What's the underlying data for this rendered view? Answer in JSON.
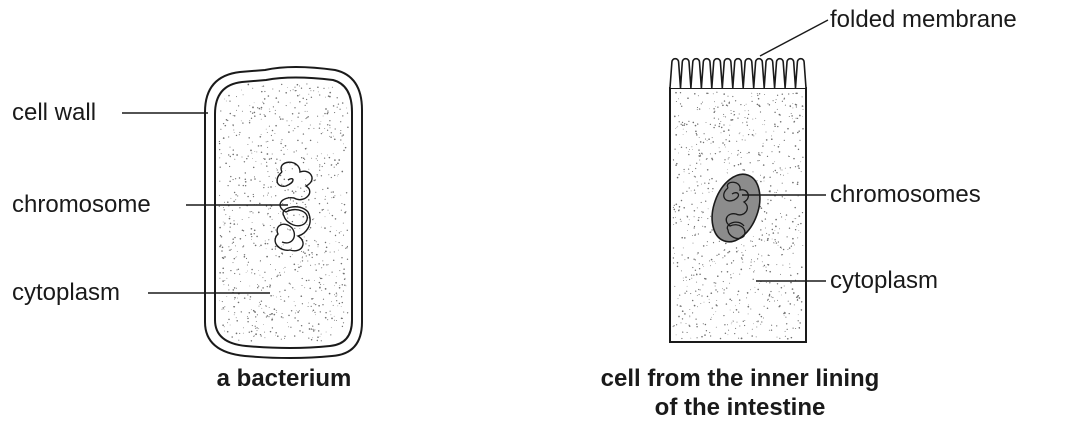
{
  "bacterium": {
    "labels": {
      "cell_wall": "cell wall",
      "chromosome": "chromosome",
      "cytoplasm": "cytoplasm"
    },
    "caption": "a bacterium"
  },
  "intestine_cell": {
    "labels": {
      "folded_membrane": "folded membrane",
      "chromosomes": "chromosomes",
      "cytoplasm": "cytoplasm"
    },
    "caption_line1": "cell from the inner lining",
    "caption_line2": "of the intestine"
  },
  "colors": {
    "outline": "#1a1a1a",
    "nucleus_fill": "#8c8c8c",
    "stipple": "#6f6f6f"
  }
}
